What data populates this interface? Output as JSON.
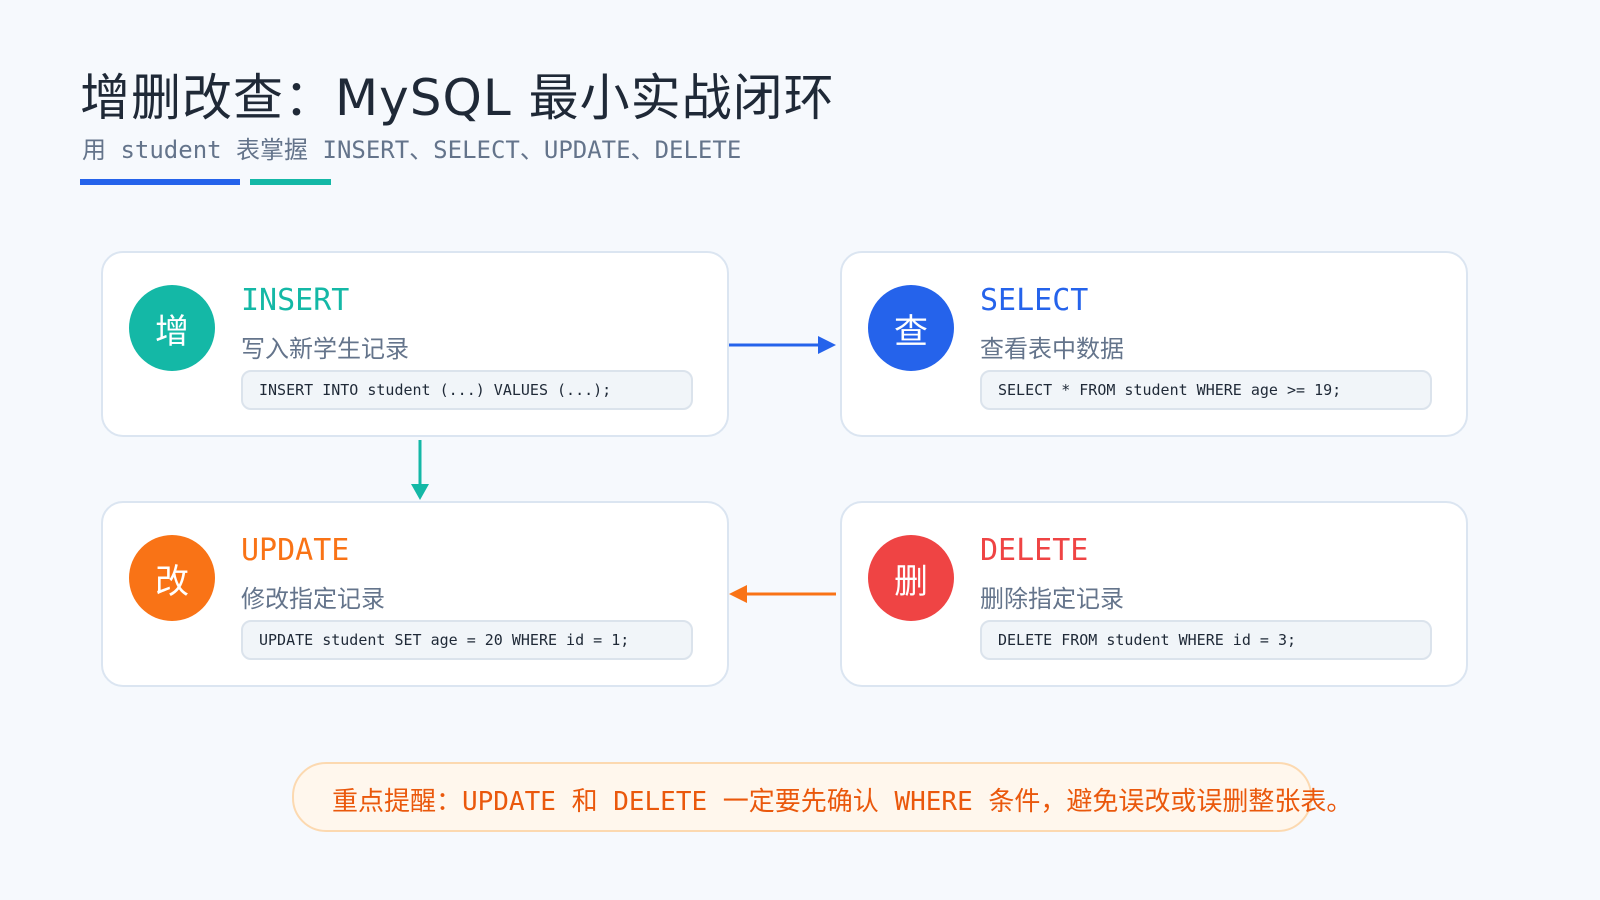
{
  "header": {
    "title": "增删改查：MySQL 最小实战闭环",
    "subtitle": "用 student 表掌握 INSERT、SELECT、UPDATE、DELETE"
  },
  "colors": {
    "teal": "#14b8a6",
    "blue": "#2563eb",
    "orange": "#f97316",
    "red": "#ef4444",
    "title": "#1f2937",
    "muted": "#64748b"
  },
  "cards": {
    "insert": {
      "badge": "增",
      "name": "INSERT",
      "desc": "写入新学生记录",
      "code": "INSERT INTO student (...) VALUES (...);"
    },
    "select": {
      "badge": "查",
      "name": "SELECT",
      "desc": "查看表中数据",
      "code": "SELECT * FROM student WHERE age >= 19;"
    },
    "update": {
      "badge": "改",
      "name": "UPDATE",
      "desc": "修改指定记录",
      "code": "UPDATE student SET age = 20 WHERE id = 1;"
    },
    "delete": {
      "badge": "删",
      "name": "DELETE",
      "desc": "删除指定记录",
      "code": "DELETE FROM student WHERE id = 3;"
    }
  },
  "reminder": {
    "text": "重点提醒：UPDATE 和 DELETE 一定要先确认 WHERE 条件，避免误改或误删整张表。"
  }
}
